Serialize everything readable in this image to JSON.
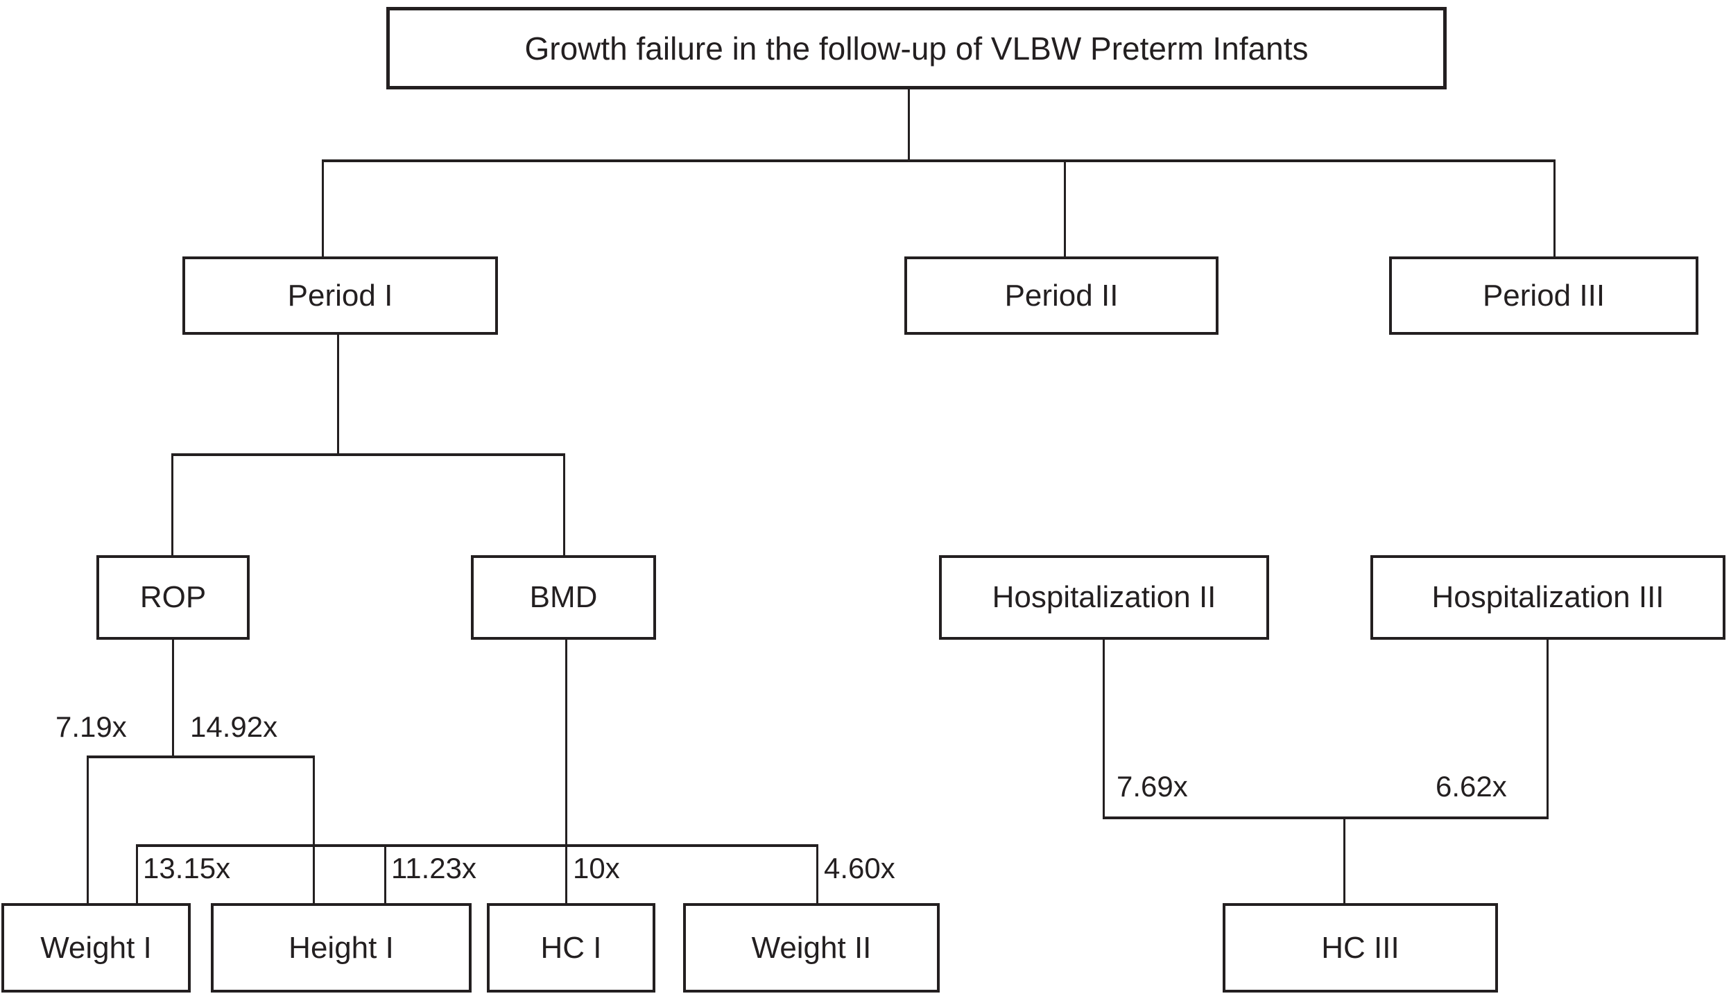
{
  "figure": {
    "title": {
      "label": "Growth failure in the follow-up of VLBW Preterm Infants"
    },
    "nodes": {
      "period_i": {
        "label": "Period I"
      },
      "period_ii": {
        "label": "Period II"
      },
      "period_iii": {
        "label": "Period III"
      },
      "rop": {
        "label": "ROP"
      },
      "bmd": {
        "label": "BMD"
      },
      "hospitalization_ii": {
        "label": "Hospitalization II"
      },
      "hospitalization_iii": {
        "label": "Hospitalization III"
      },
      "weight_i": {
        "label": "Weight I"
      },
      "height_i": {
        "label": "Height I"
      },
      "hc_i": {
        "label": "HC I"
      },
      "weight_ii": {
        "label": "Weight II"
      },
      "hc_iii": {
        "label": "HC III"
      }
    },
    "edge_labels": {
      "rop_to_weight_i": "7.19x",
      "rop_to_height_i": "14.92x",
      "bmd_to_weight_i": "13.15x",
      "bmd_to_height_i": "11.23x",
      "bmd_to_hc_i": "10x",
      "bmd_to_weight_ii": "4.60x",
      "hospitalization_ii_to_hc_iii": "7.69x",
      "hospitalization_iii_to_hc_iii": "6.62x"
    },
    "edges": [
      {
        "from": "Growth failure in the follow-up of VLBW Preterm Infants",
        "to": "Period I",
        "label": ""
      },
      {
        "from": "Growth failure in the follow-up of VLBW Preterm Infants",
        "to": "Period II",
        "label": ""
      },
      {
        "from": "Growth failure in the follow-up of VLBW Preterm Infants",
        "to": "Period III",
        "label": ""
      },
      {
        "from": "Period I",
        "to": "ROP",
        "label": ""
      },
      {
        "from": "Period I",
        "to": "BMD",
        "label": ""
      },
      {
        "from": "Period II",
        "to": "Hospitalization II",
        "label": ""
      },
      {
        "from": "Period III",
        "to": "Hospitalization III",
        "label": ""
      },
      {
        "from": "ROP",
        "to": "Weight I",
        "label": "7.19x"
      },
      {
        "from": "ROP",
        "to": "Height I",
        "label": "14.92x"
      },
      {
        "from": "BMD",
        "to": "Weight I",
        "label": "13.15x"
      },
      {
        "from": "BMD",
        "to": "Height I",
        "label": "11.23x"
      },
      {
        "from": "BMD",
        "to": "HC I",
        "label": "10x"
      },
      {
        "from": "BMD",
        "to": "Weight II",
        "label": "4.60x"
      },
      {
        "from": "Hospitalization II",
        "to": "HC III",
        "label": "7.69x"
      },
      {
        "from": "Hospitalization III",
        "to": "HC III",
        "label": "6.62x"
      }
    ],
    "colors": {
      "line": "#231f20",
      "background": "#ffffff"
    }
  }
}
